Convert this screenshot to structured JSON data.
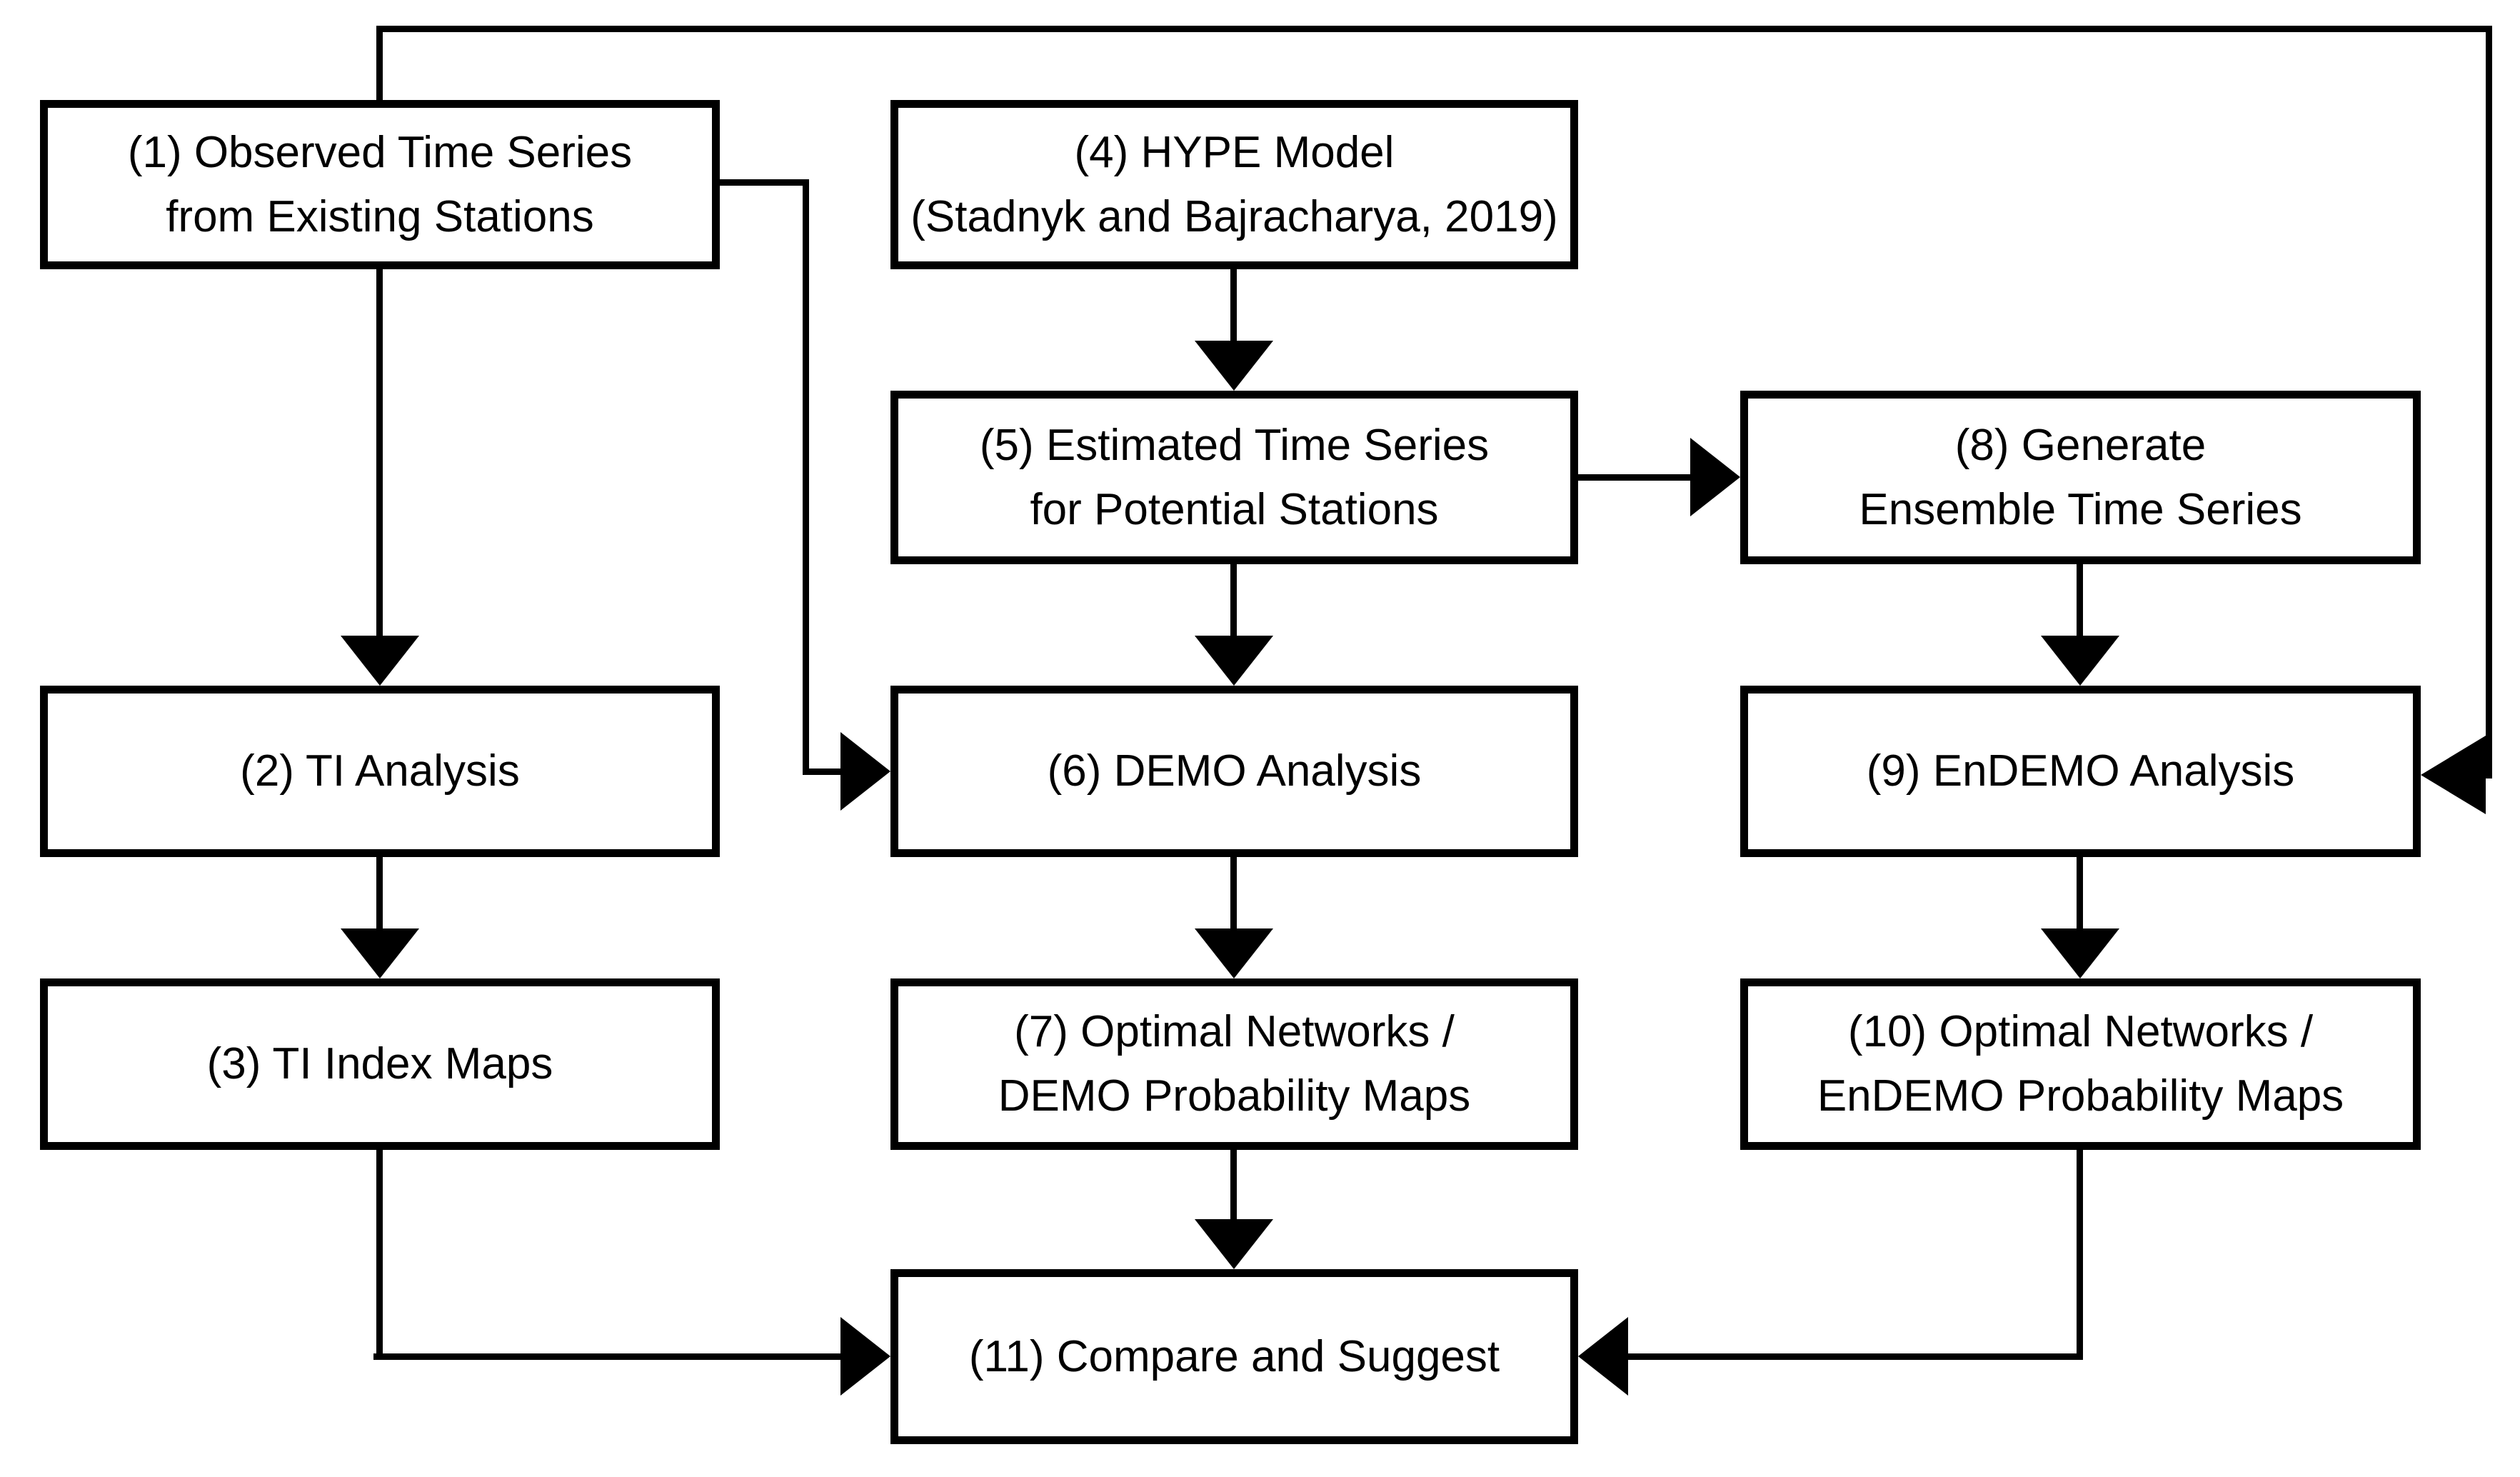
{
  "diagram": {
    "type": "flowchart",
    "colors": {
      "line": "#000000",
      "box_border": "#000000",
      "box_fill": "#ffffff",
      "background": "#ffffff",
      "text": "#000000"
    },
    "boxes": [
      {
        "id": "1",
        "label": "(1) Observed Time Series\nfrom Existing Stations"
      },
      {
        "id": "2",
        "label": "(2) TI Analysis"
      },
      {
        "id": "3",
        "label": "(3) TI Index Maps"
      },
      {
        "id": "4",
        "label": "(4) HYPE Model\n(Stadnyk and Bajracharya, 2019)"
      },
      {
        "id": "5",
        "label": "(5) Estimated Time Series\nfor Potential Stations"
      },
      {
        "id": "6",
        "label": "(6) DEMO Analysis"
      },
      {
        "id": "7",
        "label": "(7) Optimal Networks /\nDEMO Probability Maps"
      },
      {
        "id": "8",
        "label": "(8) Generate\nEnsemble Time Series"
      },
      {
        "id": "9",
        "label": "(9) EnDEMO Analysis"
      },
      {
        "id": "10",
        "label": "(10) Optimal Networks /\nEnDEMO Probability Maps"
      },
      {
        "id": "11",
        "label": "(11) Compare and Suggest"
      }
    ],
    "edges": [
      {
        "from": "1",
        "to": "2"
      },
      {
        "from": "1",
        "to": "6"
      },
      {
        "from": "1",
        "to": "9"
      },
      {
        "from": "2",
        "to": "3"
      },
      {
        "from": "3",
        "to": "11"
      },
      {
        "from": "4",
        "to": "5"
      },
      {
        "from": "5",
        "to": "6"
      },
      {
        "from": "5",
        "to": "8"
      },
      {
        "from": "6",
        "to": "7"
      },
      {
        "from": "7",
        "to": "11"
      },
      {
        "from": "8",
        "to": "9"
      },
      {
        "from": "9",
        "to": "10"
      },
      {
        "from": "10",
        "to": "11"
      }
    ]
  }
}
